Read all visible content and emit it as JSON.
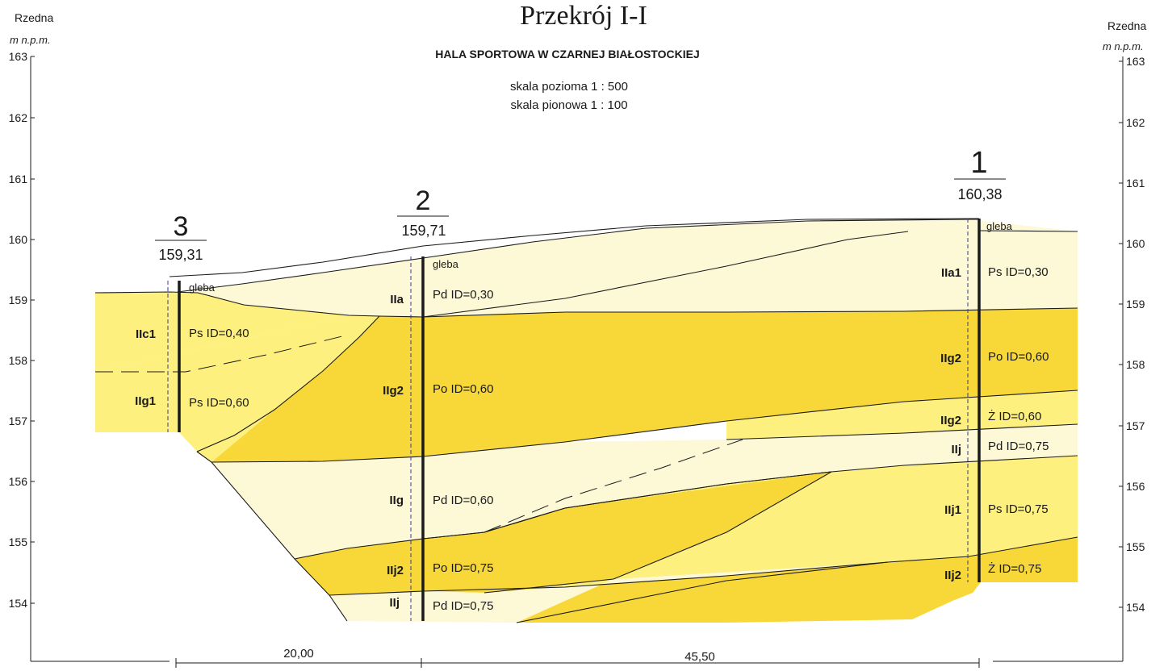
{
  "header": {
    "title": "Przekrój I-I",
    "subtitle": "HALA SPORTOWA W CZARNEJ BIAŁOSTOCKIEJ",
    "scale_h": "skala pozioma 1 : 500",
    "scale_v": "skala pionowa 1 : 100"
  },
  "axis": {
    "label_line1": "Rzedna",
    "label_line2": "m n.p.m.",
    "ticks": [
      "163",
      "162",
      "161",
      "160",
      "159",
      "158",
      "157",
      "156",
      "155",
      "154"
    ]
  },
  "boreholes": [
    {
      "number": "3",
      "elevation": "159,31"
    },
    {
      "number": "2",
      "elevation": "159,71"
    },
    {
      "number": "1",
      "elevation": "160,38"
    }
  ],
  "distances": [
    "20,00",
    "45,50"
  ],
  "bh3_layers": [
    {
      "top_label": "gleba"
    },
    {
      "code": "IIc1",
      "desc": "Ps  ID=0,40"
    },
    {
      "code": "IIg1",
      "desc": "Ps  ID=0,60"
    }
  ],
  "bh2_layers": [
    {
      "top_label": "gleba"
    },
    {
      "code": "IIa",
      "desc": "Pd  ID=0,30"
    },
    {
      "code": "IIg2",
      "desc": "Po  ID=0,60"
    },
    {
      "code": "IIg",
      "desc": "Pd  ID=0,60"
    },
    {
      "code": "IIj2",
      "desc": "Po  ID=0,75"
    },
    {
      "code": "IIj",
      "desc": "Pd  ID=0,75"
    }
  ],
  "bh1_layers": [
    {
      "top_label": "gleba"
    },
    {
      "code": "IIa1",
      "desc": "Ps  ID=0,30"
    },
    {
      "code": "IIg2",
      "desc": "Po  ID=0,60"
    },
    {
      "code": "IIg2",
      "desc": "Ż  ID=0,60"
    },
    {
      "code": "IIj",
      "desc": "Pd  ID=0,75"
    },
    {
      "code": "IIj1",
      "desc": "Ps  ID=0,75"
    },
    {
      "code": "IIj2",
      "desc": "Ż  ID=0,75"
    }
  ],
  "colors": {
    "light": "#fdf8d6",
    "medium": "#fdf07e",
    "dark": "#f7d838",
    "line": "#1a1a1a"
  }
}
